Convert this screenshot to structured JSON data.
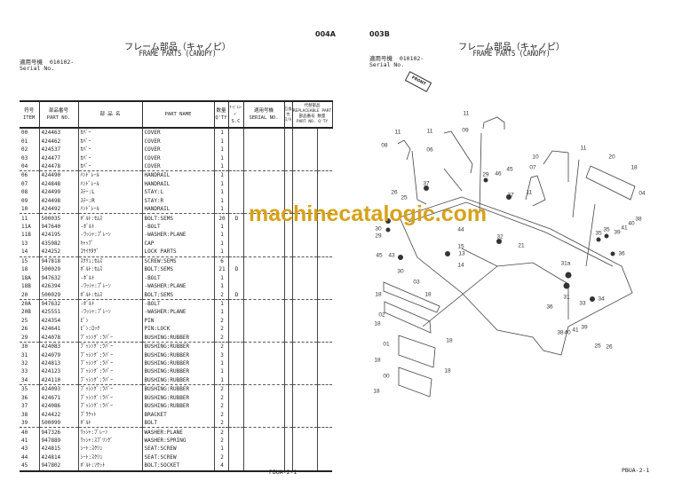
{
  "left_page": {
    "page_code": "004A",
    "title_jp": "フレーム部品（キャノピ）",
    "title_en": "FRAME PARTS (CANOPY)",
    "serial_label_jp": "適用号機",
    "serial_label_en": "Serial No.",
    "serial_value": "010102-",
    "headers": {
      "item_jp": "符号",
      "item_en": "ITEM",
      "partno_jp": "部品番号",
      "partno_en": "PART NO.",
      "name_jp": "部 品 名",
      "name_en": "PART NAME",
      "qty_jp": "数量",
      "qty_en": "Q'TY",
      "sc_jp": "ｻｰﾋﾞｽｺｰﾄﾞ",
      "sc_en": "S.C",
      "serial_jp": "適用号機",
      "serial_en": "SERIAL NO.",
      "compat_jp": "互換性",
      "compat_en": "I/A",
      "repl_jp": "代替部品",
      "repl_en": "REPLACEABLE PART",
      "repl_partno_jp": "部品番号",
      "repl_partno_en": "PART NO.",
      "repl_qty_jp": "数量",
      "repl_qty_en": "Q'TY"
    },
    "rows": [
      {
        "item": "00",
        "part_no": "424463",
        "name_jp": "ｶﾊﾞｰ",
        "name_en": "COVER",
        "qty": "1",
        "sc": ""
      },
      {
        "item": "01",
        "part_no": "424462",
        "name_jp": "ｶﾊﾞｰ",
        "name_en": "COVER",
        "qty": "1",
        "sc": ""
      },
      {
        "item": "02",
        "part_no": "424537",
        "name_jp": "ｶﾊﾞｰ",
        "name_en": "COVER",
        "qty": "1",
        "sc": ""
      },
      {
        "item": "03",
        "part_no": "424477",
        "name_jp": "ｶﾊﾞｰ",
        "name_en": "COVER",
        "qty": "1",
        "sc": ""
      },
      {
        "item": "04",
        "part_no": "424478",
        "name_jp": "ｶﾊﾞｰ",
        "name_en": "COVER",
        "qty": "1",
        "sc": ""
      },
      {
        "item": "06",
        "part_no": "424490",
        "name_jp": "ﾊﾝﾄﾞﾚｰﾙ",
        "name_en": "HANDRAIL",
        "qty": "1",
        "sc": ""
      },
      {
        "item": "07",
        "part_no": "424848",
        "name_jp": "ﾊﾝﾄﾞﾚｰﾙ",
        "name_en": "HANDRAIL",
        "qty": "1",
        "sc": ""
      },
      {
        "item": "08",
        "part_no": "424499",
        "name_jp": "ｽﾃｰ:L",
        "name_en": "STAY:L",
        "qty": "1",
        "sc": ""
      },
      {
        "item": "09",
        "part_no": "424498",
        "name_jp": "ｽﾃｰ:R",
        "name_en": "STAY:R",
        "qty": "1",
        "sc": ""
      },
      {
        "item": "10",
        "part_no": "424492",
        "name_jp": "ﾊﾝﾄﾞﾚｰﾙ",
        "name_en": "HANDRAIL",
        "qty": "1",
        "sc": ""
      },
      {
        "item": "11",
        "part_no": "500035",
        "name_jp": "ﾎﾞﾙﾄ:ｾﾑｽ",
        "name_en": "BOLT:SEMS",
        "qty": "20",
        "sc": "D"
      },
      {
        "item": "11A",
        "part_no": "947640",
        "name_jp": "-ﾎﾞﾙﾄ",
        "name_en": "-BOLT",
        "qty": "1",
        "sc": ""
      },
      {
        "item": "11B",
        "part_no": "424195",
        "name_jp": "-ﾜｯｼｬ:ﾌﾟﾚｰﾝ",
        "name_en": "-WASHER:PLANE",
        "qty": "1",
        "sc": ""
      },
      {
        "item": "13",
        "part_no": "435082",
        "name_jp": "ｷｬｯﾌﾟ",
        "name_en": "CAP",
        "qty": "1",
        "sc": ""
      },
      {
        "item": "14",
        "part_no": "424252",
        "name_jp": "ｺｳｲｸﾀｸﾞ",
        "name_en": "LOCK PARTS",
        "qty": "1",
        "sc": ""
      },
      {
        "item": "15",
        "part_no": "947818",
        "name_jp": "ｽｸﾘｭ:ｾﾑｽ",
        "name_en": "SCREW:SEMS",
        "qty": "6",
        "sc": ""
      },
      {
        "item": "18",
        "part_no": "500029",
        "name_jp": "ﾎﾞﾙﾄ:ｾﾑｽ",
        "name_en": "BOLT:SEMS",
        "qty": "21",
        "sc": "D"
      },
      {
        "item": "18A",
        "part_no": "947632",
        "name_jp": "-ﾎﾞﾙﾄ",
        "name_en": "-BOLT",
        "qty": "1",
        "sc": ""
      },
      {
        "item": "18B",
        "part_no": "426394",
        "name_jp": "-ﾜｯｼｬ:ﾌﾟﾚｰﾝ",
        "name_en": "-WASHER:PLANE",
        "qty": "1",
        "sc": ""
      },
      {
        "item": "20",
        "part_no": "500029",
        "name_jp": "ﾎﾞﾙﾄ:ｾﾑｽ",
        "name_en": "BOLT:SEMS",
        "qty": "2",
        "sc": "D"
      },
      {
        "item": "20A",
        "part_no": "947632",
        "name_jp": "-ﾎﾞﾙﾄ",
        "name_en": "-BOLT",
        "qty": "1",
        "sc": ""
      },
      {
        "item": "20B",
        "part_no": "425551",
        "name_jp": "-ﾜｯｼｬ:ﾌﾟﾚｰﾝ",
        "name_en": "-WASHER:PLANE",
        "qty": "1",
        "sc": ""
      },
      {
        "item": "25",
        "part_no": "424354",
        "name_jp": "ﾋﾟﾝ",
        "name_en": "PIN",
        "qty": "2",
        "sc": ""
      },
      {
        "item": "26",
        "part_no": "424641",
        "name_jp": "ﾋﾟﾝ:ﾛｯｸ",
        "name_en": "PIN:LOCK",
        "qty": "2",
        "sc": ""
      },
      {
        "item": "29",
        "part_no": "424078",
        "name_jp": "ﾌﾞｯｼﾝｸﾞ:ﾗﾊﾞｰ",
        "name_en": "BUSHING:RUBBER",
        "qty": "2",
        "sc": ""
      },
      {
        "item": "30",
        "part_no": "424083",
        "name_jp": "ﾌﾞｯｼﾝｸﾞ:ﾗﾊﾞｰ",
        "name_en": "BUSHING:RUBBER",
        "qty": "2",
        "sc": ""
      },
      {
        "item": "31",
        "part_no": "424079",
        "name_jp": "ﾌﾞｯｼﾝｸﾞ:ﾗﾊﾞｰ",
        "name_en": "BUSHING:RUBBER",
        "qty": "3",
        "sc": ""
      },
      {
        "item": "32",
        "part_no": "424813",
        "name_jp": "ﾌﾞｯｼﾝｸﾞ:ﾗﾊﾞｰ",
        "name_en": "BUSHING:RUBBER",
        "qty": "1",
        "sc": ""
      },
      {
        "item": "33",
        "part_no": "424123",
        "name_jp": "ﾌﾞｯｼﾝｸﾞ:ﾗﾊﾞｰ",
        "name_en": "BUSHING:RUBBER",
        "qty": "1",
        "sc": ""
      },
      {
        "item": "34",
        "part_no": "424110",
        "name_jp": "ﾌﾞｯｼﾝｸﾞ:ﾗﾊﾞｰ",
        "name_en": "BUSHING:RUBBER",
        "qty": "1",
        "sc": ""
      },
      {
        "item": "35",
        "part_no": "424093",
        "name_jp": "ﾌﾞｯｼﾝｸﾞ:ﾗﾊﾞｰ",
        "name_en": "BUSHING:RUBBER",
        "qty": "2",
        "sc": ""
      },
      {
        "item": "36",
        "part_no": "424671",
        "name_jp": "ﾌﾞｯｼﾝｸﾞ:ﾗﾊﾞｰ",
        "name_en": "BUSHING:RUBBER",
        "qty": "2",
        "sc": ""
      },
      {
        "item": "37",
        "part_no": "424086",
        "name_jp": "ﾌﾞｯｼﾝｸﾞ:ﾗﾊﾞｰ",
        "name_en": "BUSHING:RUBBER",
        "qty": "2",
        "sc": ""
      },
      {
        "item": "38",
        "part_no": "424422",
        "name_jp": "ﾌﾞﾗｹｯﾄ",
        "name_en": "BRACKET",
        "qty": "2",
        "sc": ""
      },
      {
        "item": "39",
        "part_no": "500099",
        "name_jp": "ﾎﾞﾙﾄ",
        "name_en": "BOLT",
        "qty": "2",
        "sc": ""
      },
      {
        "item": "40",
        "part_no": "947326",
        "name_jp": "ﾜｯｼｬ:ﾌﾟﾚｰﾝ",
        "name_en": "WASHER:PLANE",
        "qty": "2",
        "sc": ""
      },
      {
        "item": "41",
        "part_no": "947889",
        "name_jp": "ﾜｯｼｬ:ｽﾌﾟﾘﾝｸﾞ",
        "name_en": "WASHER:SPRING",
        "qty": "2",
        "sc": ""
      },
      {
        "item": "43",
        "part_no": "424815",
        "name_jp": "ｼｰﾄ:ｽｸﾘｭ",
        "name_en": "SEAT:SCREW",
        "qty": "1",
        "sc": ""
      },
      {
        "item": "44",
        "part_no": "424814",
        "name_jp": "ｼｰﾄ:ｽｸﾘｭ",
        "name_en": "SEAT:SCREW",
        "qty": "2",
        "sc": ""
      },
      {
        "item": "45",
        "part_no": "947802",
        "name_jp": "ﾎﾞﾙﾄ:ｿｹｯﾄ",
        "name_en": "BOLT:SOCKET",
        "qty": "4",
        "sc": ""
      }
    ],
    "footer": "PBUA-2-1"
  },
  "right_page": {
    "page_code": "003B",
    "title_jp": "フレーム部品（キャノピ）",
    "title_en": "FRAME PARTS (CANOPY)",
    "serial_label_jp": "適用号機",
    "serial_label_en": "Serial No.",
    "serial_value": "010102-",
    "front_arrow_label": "FRONT",
    "callouts": [
      "11",
      "11",
      "11",
      "09",
      "08",
      "06",
      "11",
      "10",
      "20",
      "18",
      "07",
      "29",
      "46",
      "45",
      "37",
      "37",
      "11",
      "04",
      "26",
      "25",
      "30",
      "29",
      "44",
      "32",
      "35",
      "35",
      "39",
      "41",
      "40",
      "38",
      "15",
      "13",
      "21",
      "36",
      "43",
      "45",
      "14",
      "30",
      "03",
      "18",
      "18",
      "02",
      "18",
      "31a",
      "31",
      "33",
      "34",
      "36",
      "38",
      "40",
      "41",
      "39",
      "25",
      "26",
      "01",
      "18",
      "18",
      "18",
      "00",
      "18"
    ],
    "footer": "PBUA-2-1"
  },
  "watermark": "machinecatalogic.com",
  "colors": {
    "watermark": "#d6a21a",
    "ink": "#222222"
  }
}
